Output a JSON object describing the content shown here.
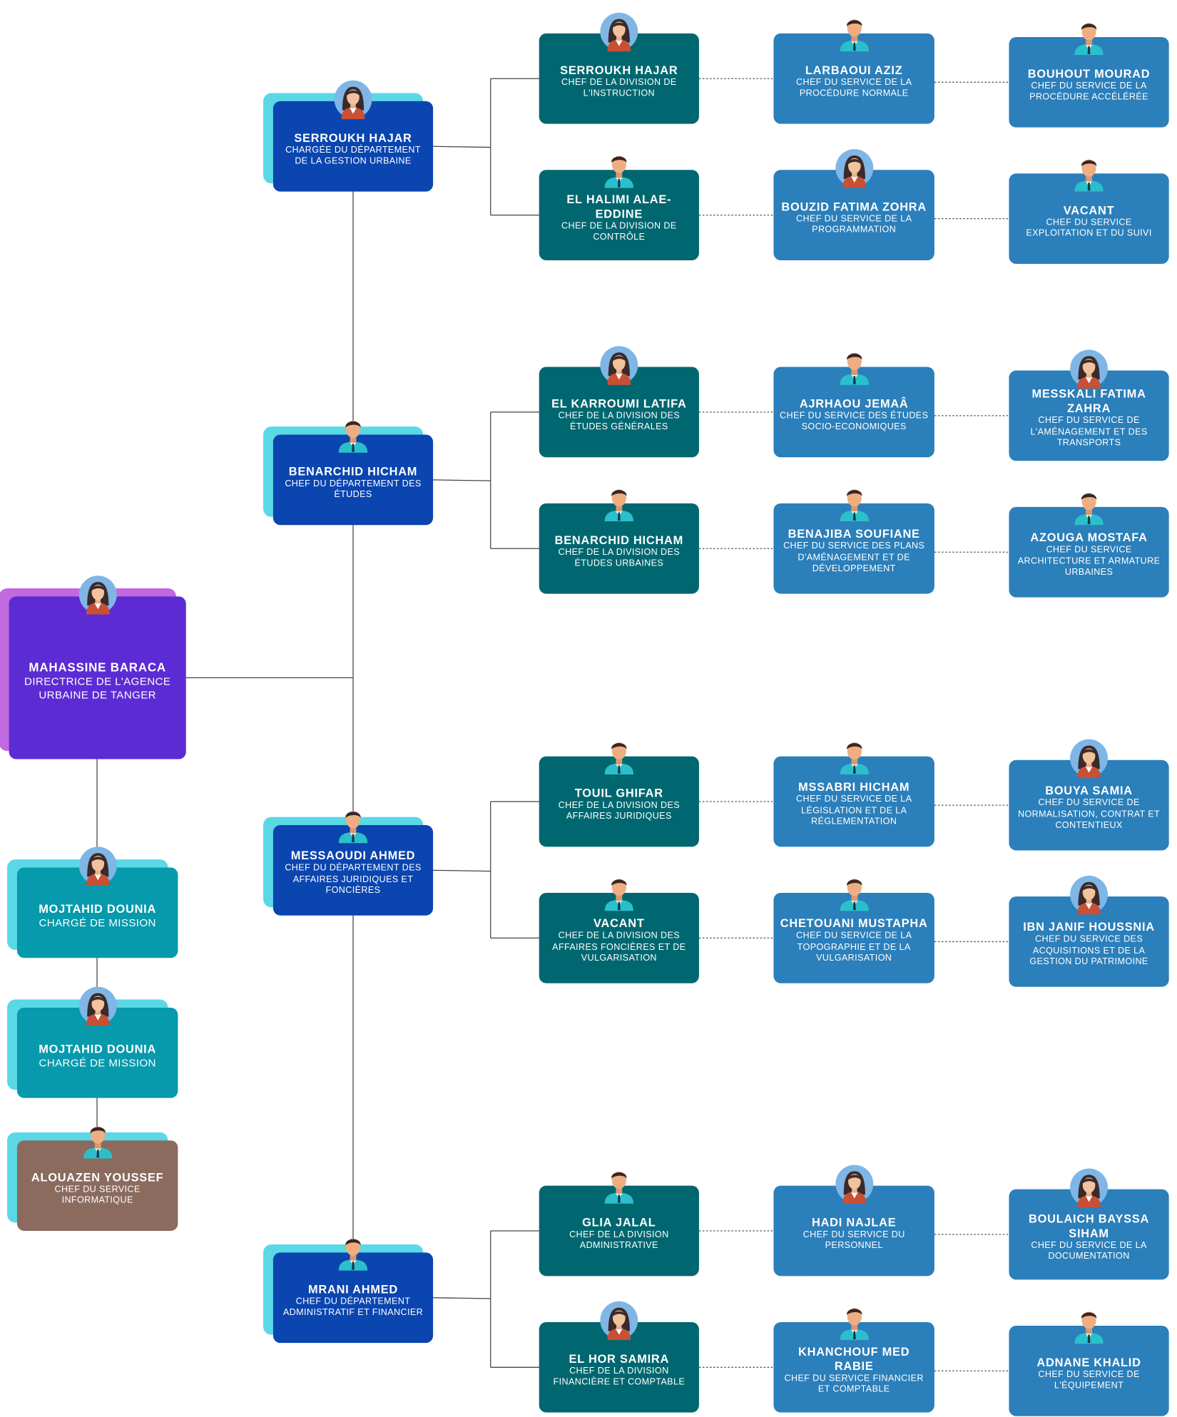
{
  "director": {
    "name": "MAHASSINE BARACA",
    "title": "DIRECTRICE DE L'AGENCE URBAINE DE TANGER",
    "avatar": "woman-avatar-icon"
  },
  "staff": [
    {
      "name": "MOJTAHID DOUNIA",
      "title": "CHARGÉ DE MISSION",
      "avatar": "woman-avatar-icon"
    },
    {
      "name": "MOJTAHID DOUNIA",
      "title": "CHARGÉ DE MISSION",
      "avatar": "woman-avatar-icon"
    },
    {
      "name": "ALOUAZEN YOUSSEF",
      "title": "CHEF DU SERVICE INFORMATIQUE",
      "avatar": "man-avatar-icon"
    }
  ],
  "departments": [
    {
      "name": "SERROUKH HAJAR",
      "title": "CHARGÉE DU DÉPARTEMENT DE LA GESTION URBAINE",
      "avatar": "woman-avatar-icon",
      "divisions": [
        {
          "name": "SERROUKH HAJAR",
          "title": "CHEF DE LA DIVISION DE L'INSTRUCTION",
          "avatar": "woman-avatar-icon",
          "services": [
            {
              "name": "LARBAOUI AZIZ",
              "title": "CHEF DU SERVICE DE LA PROCÉDURE NORMALE",
              "avatar": "man-avatar-icon"
            },
            {
              "name": "BOUHOUT MOURAD",
              "title": "CHEF DU SERVICE DE LA PROCÉDURE ACCÉLÉRÉE",
              "avatar": "man-avatar-icon"
            }
          ]
        },
        {
          "name": "EL HALIMI ALAE-EDDINE",
          "title": "CHEF DE LA DIVISION DE CONTRÔLE",
          "avatar": "man-avatar-icon",
          "services": [
            {
              "name": "BOUZID FATIMA ZOHRA",
              "title": "CHEF DU SERVICE DE LA PROGRAMMATION",
              "avatar": "woman-avatar-icon"
            },
            {
              "name": "VACANT",
              "title": "CHEF DU SERVICE EXPLOITATION ET DU SUIVI",
              "avatar": "man-avatar-icon"
            }
          ]
        }
      ]
    },
    {
      "name": "BENARCHID HICHAM",
      "title": "CHEF DU DÉPARTEMENT DES ÉTUDES",
      "avatar": "man-avatar-icon",
      "divisions": [
        {
          "name": "EL KARROUMI LATIFA",
          "title": "CHEF DE LA DIVISION DES ÉTUDES GÉNÉRALES",
          "avatar": "woman-avatar-icon",
          "services": [
            {
              "name": "AJRHAOU JEMAÂ",
              "title": "CHEF DU SERVICE DES ÉTUDES SOCIO-ECONOMIQUES",
              "avatar": "man-avatar-icon"
            },
            {
              "name": "MESSKALI FATIMA ZAHRA",
              "title": "CHEF DU SERVICE DE L'AMÉNAGEMENT ET DES TRANSPORTS",
              "avatar": "woman-avatar-icon"
            }
          ]
        },
        {
          "name": "BENARCHID HICHAM",
          "title": "CHEF DE LA DIVISION DES ÉTUDES URBAINES",
          "avatar": "man-avatar-icon",
          "services": [
            {
              "name": "BENAJIBA SOUFIANE",
              "title": "CHEF DU SERVICE DES PLANS D'AMÉNAGEMENT ET DE DÉVELOPPEMENT",
              "avatar": "man-avatar-icon"
            },
            {
              "name": "AZOUGA MOSTAFA",
              "title": "CHEF DU SERVICE ARCHITECTURE ET ARMATURE URBAINES",
              "avatar": "man-avatar-icon"
            }
          ]
        }
      ]
    },
    {
      "name": "MESSAOUDI AHMED",
      "title": "CHEF DU DÉPARTEMENT DES AFFAIRES JURIDIQUES ET FONCIÈRES",
      "avatar": "man-avatar-icon",
      "divisions": [
        {
          "name": "TOUIL GHIFAR",
          "title": "CHEF DE LA DIVISION DES AFFAIRES JURIDIQUES",
          "avatar": "man-avatar-icon",
          "services": [
            {
              "name": "MSSABRI HICHAM",
              "title": "CHEF DU SERVICE DE LA LÉGISLATION ET DE LA RÉGLEMENTATION",
              "avatar": "man-avatar-icon"
            },
            {
              "name": "BOUYA SAMIA",
              "title": "CHEF DU SERVICE DE NORMALISATION, CONTRAT ET CONTENTIEUX",
              "avatar": "woman-avatar-icon"
            }
          ]
        },
        {
          "name": "VACANT",
          "title": "CHEF DE LA DIVISION DES AFFAIRES FONCIÈRES ET DE VULGARISATION",
          "avatar": "man-avatar-icon",
          "services": [
            {
              "name": "CHETOUANI MUSTAPHA",
              "title": "CHEF DU SERVICE DE LA TOPOGRAPHIE ET DE LA VULGARISATION",
              "avatar": "man-avatar-icon"
            },
            {
              "name": "IBN JANIF HOUSSNIA",
              "title": "CHEF DU SERVICE DES ACQUISITIONS ET DE LA GESTION DU PATRIMOINE",
              "avatar": "woman-avatar-icon"
            }
          ]
        }
      ]
    },
    {
      "name": "MRANI AHMED",
      "title": "CHEF DU DÉPARTEMENT ADMINISTRATIF ET FINANCIER",
      "avatar": "man-avatar-icon",
      "divisions": [
        {
          "name": "GLIA JALAL",
          "title": "CHEF DE LA DIVISION ADMINISTRATIVE",
          "avatar": "man-avatar-icon",
          "services": [
            {
              "name": "HADI NAJLAE",
              "title": "CHEF DU SERVICE DU PERSONNEL",
              "avatar": "woman-avatar-icon"
            },
            {
              "name": "BOULAICH BAYSSA SIHAM",
              "title": "CHEF DU SERVICE DE LA DOCUMENTATION",
              "avatar": "woman-avatar-icon"
            }
          ]
        },
        {
          "name": "EL HOR SAMIRA",
          "title": "CHEF DE LA DIVISION FINANCIÈRE ET COMPTABLE",
          "avatar": "woman-avatar-icon",
          "services": [
            {
              "name": "KHANCHOUF MED RABIE",
              "title": "CHEF DU SERVICE FINANCIER ET COMPTABLE",
              "avatar": "man-avatar-icon"
            },
            {
              "name": "ADNANE KHALID",
              "title": "CHEF DU SERVICE DE L'ÉQUIPEMENT",
              "avatar": "man-avatar-icon"
            }
          ]
        }
      ]
    }
  ]
}
